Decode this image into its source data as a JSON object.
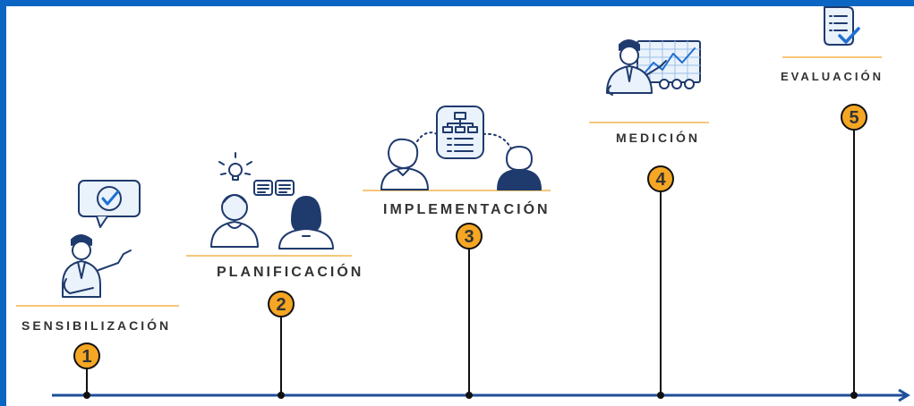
{
  "accent_color": "#0a66c2",
  "marker_fill": "#f5a623",
  "underline_color": "#f7c77a",
  "steps": [
    {
      "number": "1",
      "label": "SENSIBILIZACIÓN",
      "icon": "presenter-checkmark-icon"
    },
    {
      "number": "2",
      "label": "PLANIFICACIÓN",
      "icon": "team-ideas-icon"
    },
    {
      "number": "3",
      "label": "IMPLEMENTACIÓN",
      "icon": "org-chart-team-icon"
    },
    {
      "number": "4",
      "label": "MEDICIÓN",
      "icon": "presenter-chart-icon"
    },
    {
      "number": "5",
      "label": "EVALUACIÓN",
      "icon": "checklist-icon"
    }
  ]
}
